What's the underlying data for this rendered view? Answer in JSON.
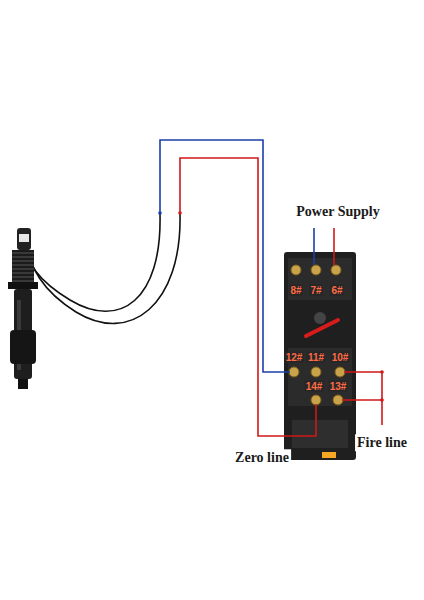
{
  "diagram": {
    "labels": [
      "Power Supply",
      "8#",
      "7#",
      "6#",
      "12#",
      "11#",
      "10#",
      "14#",
      "13#",
      "Fire line",
      "Zero line"
    ]
  }
}
